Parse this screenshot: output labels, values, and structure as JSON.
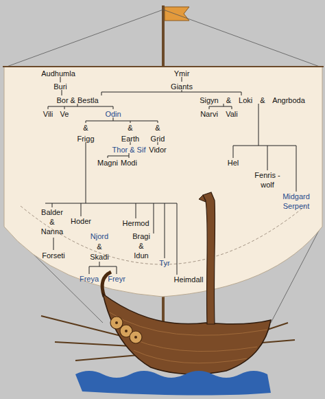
{
  "diagram": {
    "labels": [
      "Audhumla",
      "Buri",
      "Bor & Bestla",
      "Vili",
      "Ve",
      "Odin",
      "Ymir",
      "Giants",
      "Sigyn & Loki & Angrboda",
      "Narvi",
      "Vali",
      "&",
      "&",
      "&",
      "Frigg",
      "Earth",
      "Grid",
      "Thor & Sif",
      "Vidor",
      "Magni",
      "Modi",
      "Hel",
      "Fenris -wolf",
      "Midgard Serpent",
      "Balder & Nanna",
      "Hoder",
      "Forseti",
      "Njord",
      "&",
      "Skadi",
      "Hermod",
      "Bragi & Idun",
      "Tyr",
      "Freya",
      "Freyr",
      "Heimdall"
    ]
  }
}
